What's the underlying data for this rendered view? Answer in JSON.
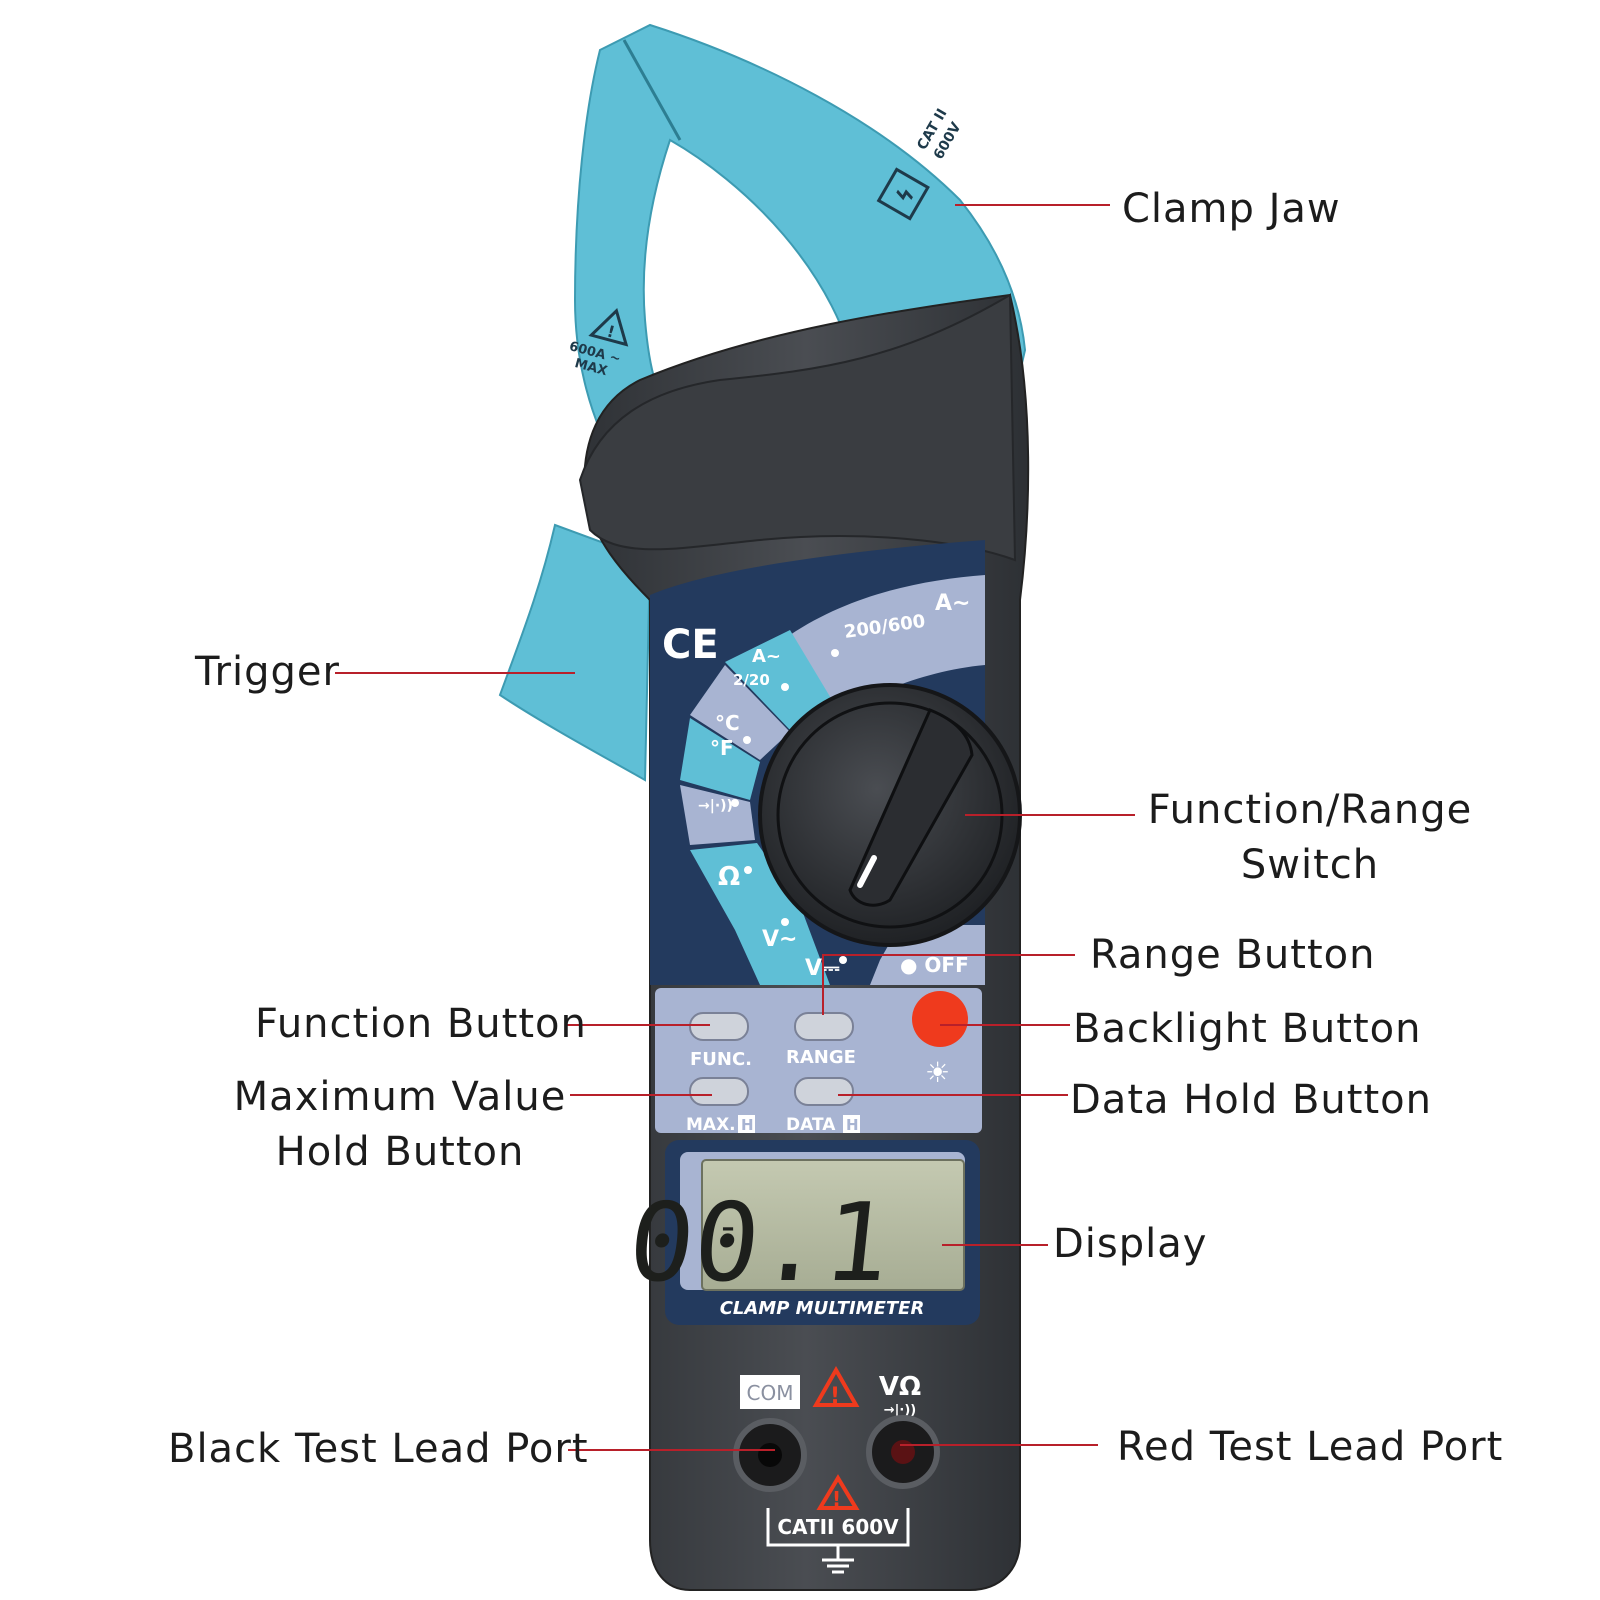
{
  "callouts": {
    "clamp_jaw": "Clamp Jaw",
    "trigger": "Trigger",
    "function_range_switch": [
      "Function/Range",
      "Switch"
    ],
    "range_button": "Range Button",
    "function_button": "Function Button",
    "backlight_button": "Backlight Button",
    "max_value_hold_button": [
      "Maximum Value",
      "Hold Button"
    ],
    "data_hold_button": "Data Hold Button",
    "display": "Display",
    "black_test_lead_port": "Black Test Lead Port",
    "red_test_lead_port": "Red Test Lead Port"
  },
  "device": {
    "jaw_cat": "CAT II",
    "jaw_voltage": "600V",
    "jaw_current": "600A ~",
    "jaw_max": "MAX",
    "ce_mark": "CE",
    "dial": {
      "amp_symbol": "A~",
      "amp_high": "200/600",
      "amp_low_symbol": "A~",
      "amp_low": "2/20",
      "temp_c": "°C",
      "temp_f": "°F",
      "diode_symbol": "→|·))",
      "ohm": "Ω",
      "volt_ac": "V~",
      "volt_dc": "V⎓",
      "off": "● OFF"
    },
    "buttons": {
      "func": "FUNC.",
      "range": "RANGE",
      "max": "MAX.",
      "data": "DATA",
      "hold_badge": "H",
      "backlight_symbol": "☀"
    },
    "display_reading": "00.1",
    "display_minus": "-",
    "brand_label": "CLAMP MULTIMETER",
    "ports": {
      "com": "COM",
      "vohm": "VΩ",
      "diode": "→|·))",
      "cat_rating": "CATII 600V"
    }
  },
  "colors": {
    "jaw_blue": "#5fbfd6",
    "body_dark": "#3e4145",
    "panel_navy": "#233a5e",
    "panel_lavender": "#a8b4d2",
    "backlight_red": "#ef3a1d",
    "leader_red": "#b8202a",
    "lcd_green": "#b6bca2"
  }
}
